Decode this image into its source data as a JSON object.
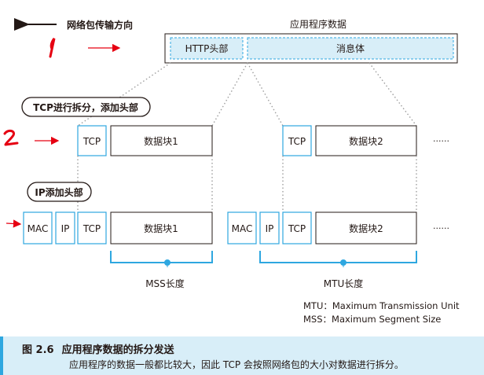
{
  "diagram": {
    "direction_label": "网络包传输方向",
    "app_data_title": "应用程序数据",
    "http_header_label": "HTTP头部",
    "message_body_label": "消息体",
    "tcp_split_note": "TCP进行拆分，添加头部",
    "ip_add_note": "IP添加头部",
    "tcp_label": "TCP",
    "ip_label": "IP",
    "mac_label": "MAC",
    "chunk1_label": "数据块1",
    "chunk2_label": "数据块2",
    "ellipsis": "······",
    "mss_label": "MSS长度",
    "mtu_label": "MTU长度",
    "mtu_legend": "MTU：Maximum Transmission Unit",
    "mss_legend": "MSS：Maximum Segment Size",
    "handwritten_marks": [
      "1",
      "2"
    ]
  },
  "caption": {
    "figure_number": "图 2.6",
    "title": "应用程序数据的拆分发送",
    "description": "应用程序的数据一般都比较大，因此 TCP 会按照网络包的大小对数据进行拆分。"
  },
  "colors": {
    "accent_blue": "#2ea7e0",
    "light_blue_fill": "#d8eef8",
    "box_border": "#231815",
    "dotted_line": "#9e9e9e",
    "annotation_red": "#e60012"
  }
}
